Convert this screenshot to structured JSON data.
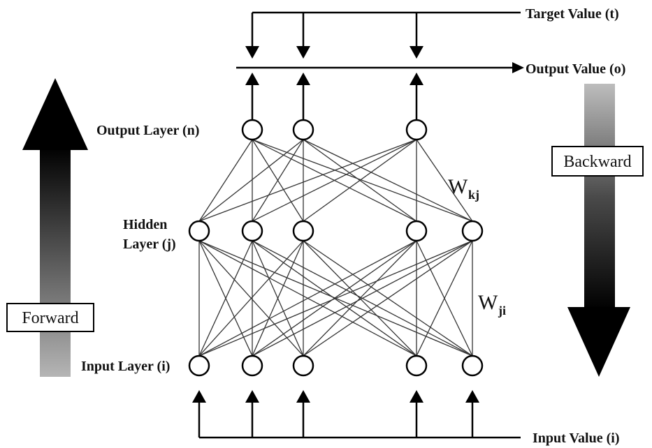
{
  "labels": {
    "target_value": "Target Value (t)",
    "output_value": "Output Value (o)",
    "input_value": "Input Value (i)",
    "output_layer": "Output Layer (n)",
    "hidden_layer_line1": "Hidden",
    "hidden_layer_line2": "Layer (j)",
    "input_layer": "Input Layer (i)",
    "weight_kj_base": "W",
    "weight_kj_sub": "kj",
    "weight_ji_base": "W",
    "weight_ji_sub": "ji",
    "forward": "Forward",
    "backward": "Backward"
  },
  "layers": {
    "input_nodes": 5,
    "hidden_nodes": 5,
    "output_nodes": 3
  }
}
